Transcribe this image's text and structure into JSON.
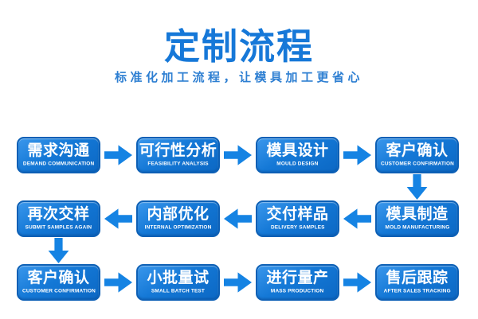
{
  "header": {
    "title": "定制流程",
    "subtitle": "标准化加工流程，让模具加工更省心"
  },
  "colors": {
    "title_blue": "#1678d8",
    "subtitle_blue": "#2e7fd2",
    "box_border": "#0d60b6",
    "box_gradient_top": "#3a97ec",
    "box_gradient_bottom": "#0c68c4",
    "arrow_blue": "#1583e3",
    "box_text": "#ffffff",
    "background": "#ffffff"
  },
  "flow": {
    "row1": {
      "direction": "right",
      "steps": [
        {
          "zh": "需求沟通",
          "en": "DEMAND COMMUNICATION"
        },
        {
          "zh": "可行性分析",
          "en": "FEASIBILITY ANALYSIS"
        },
        {
          "zh": "模具设计",
          "en": "MOULD DESIGN"
        },
        {
          "zh": "客户确认",
          "en": "CUSTOMER CONFIRMATION"
        }
      ]
    },
    "row2": {
      "direction": "left",
      "steps": [
        {
          "zh": "再次交样",
          "en": "SUBMIT SAMPLES AGAIN"
        },
        {
          "zh": "内部优化",
          "en": "INTERNAL OPTIMIZATION"
        },
        {
          "zh": "交付样品",
          "en": "DELIVERY SAMPLES"
        },
        {
          "zh": "模具制造",
          "en": "MOLD MANUFACTURING"
        }
      ]
    },
    "row3": {
      "direction": "right",
      "steps": [
        {
          "zh": "客户确认",
          "en": "CUSTOMER CONFIRMATION"
        },
        {
          "zh": "小批量试",
          "en": "SMALL BATCH TEST"
        },
        {
          "zh": "进行量产",
          "en": "MASS PRODUCTION"
        },
        {
          "zh": "售后跟踪",
          "en": "AFTER SALES TRACKING"
        }
      ]
    }
  }
}
